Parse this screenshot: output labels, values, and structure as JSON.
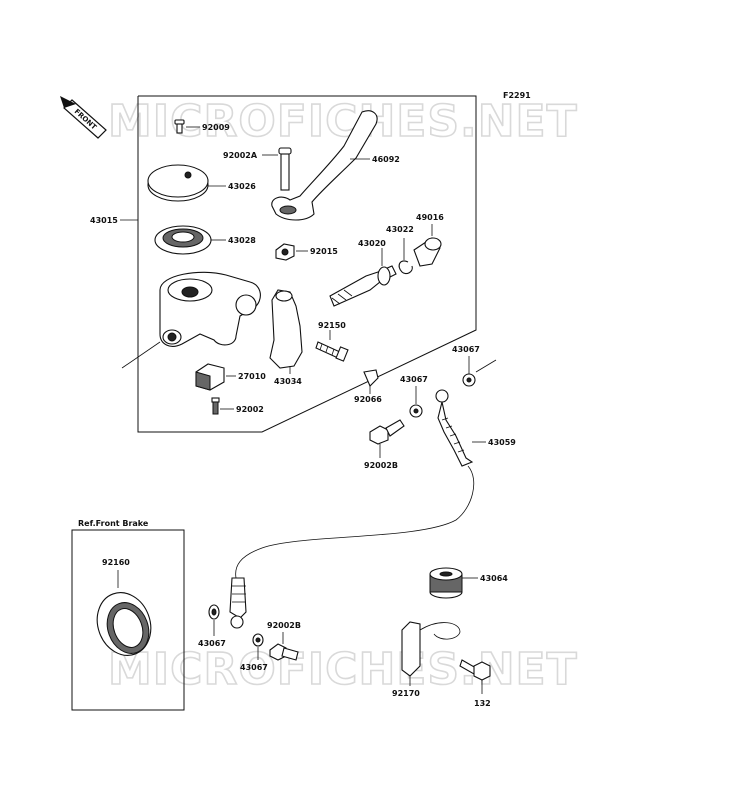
{
  "diagram": {
    "figure_code": "F2291",
    "watermark": "MICROFICHES.NET",
    "front_arrow_label": "FRONT",
    "ref_label": "Ref.Front Brake",
    "parts": [
      {
        "id": "p92009",
        "number": "92009"
      },
      {
        "id": "p92002A",
        "number": "92002A"
      },
      {
        "id": "p46092",
        "number": "46092"
      },
      {
        "id": "p43026",
        "number": "43026"
      },
      {
        "id": "p43015",
        "number": "43015"
      },
      {
        "id": "p43028",
        "number": "43028"
      },
      {
        "id": "p92015",
        "number": "92015"
      },
      {
        "id": "p43020",
        "number": "43020"
      },
      {
        "id": "p43022",
        "number": "43022"
      },
      {
        "id": "p49016",
        "number": "49016"
      },
      {
        "id": "p92150",
        "number": "92150"
      },
      {
        "id": "p27010",
        "number": "27010"
      },
      {
        "id": "p43034",
        "number": "43034"
      },
      {
        "id": "p92002",
        "number": "92002"
      },
      {
        "id": "p92066",
        "number": "92066"
      },
      {
        "id": "p43067a",
        "number": "43067"
      },
      {
        "id": "p43067b",
        "number": "43067"
      },
      {
        "id": "p43059",
        "number": "43059"
      },
      {
        "id": "p92002B",
        "number": "92002B"
      },
      {
        "id": "p92160",
        "number": "92160"
      },
      {
        "id": "p43064",
        "number": "43064"
      },
      {
        "id": "p43067c",
        "number": "43067"
      },
      {
        "id": "p92002Bb",
        "number": "92002B"
      },
      {
        "id": "p43067d",
        "number": "43067"
      },
      {
        "id": "p92170",
        "number": "92170"
      },
      {
        "id": "p132",
        "number": "132"
      }
    ]
  }
}
